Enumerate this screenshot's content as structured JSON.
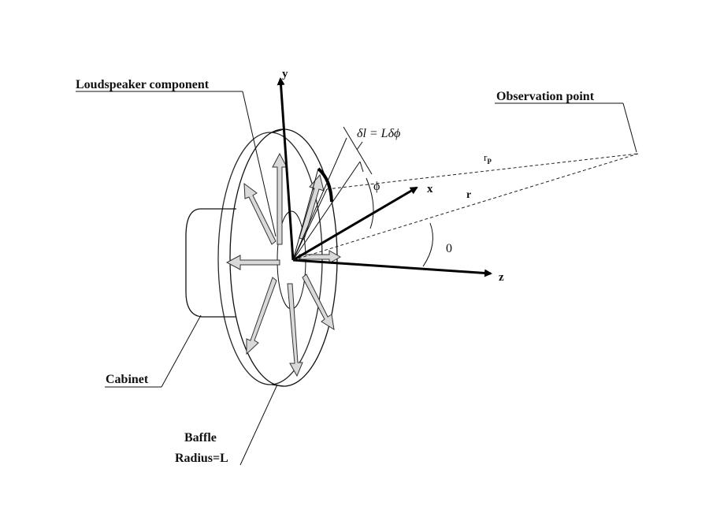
{
  "labels": {
    "loudspeaker": "Loudspeaker component",
    "observation": "Observation point",
    "cabinet": "Cabinet",
    "baffle": "Baffle",
    "radius": "Radius=L"
  },
  "axes": {
    "x": "x",
    "y": "y",
    "z": "z"
  },
  "symbols": {
    "arc_element": "δl = Lδϕ",
    "phi": "ϕ",
    "theta": "0",
    "r": "r",
    "rp_main": "r",
    "rp_sub": "P"
  }
}
